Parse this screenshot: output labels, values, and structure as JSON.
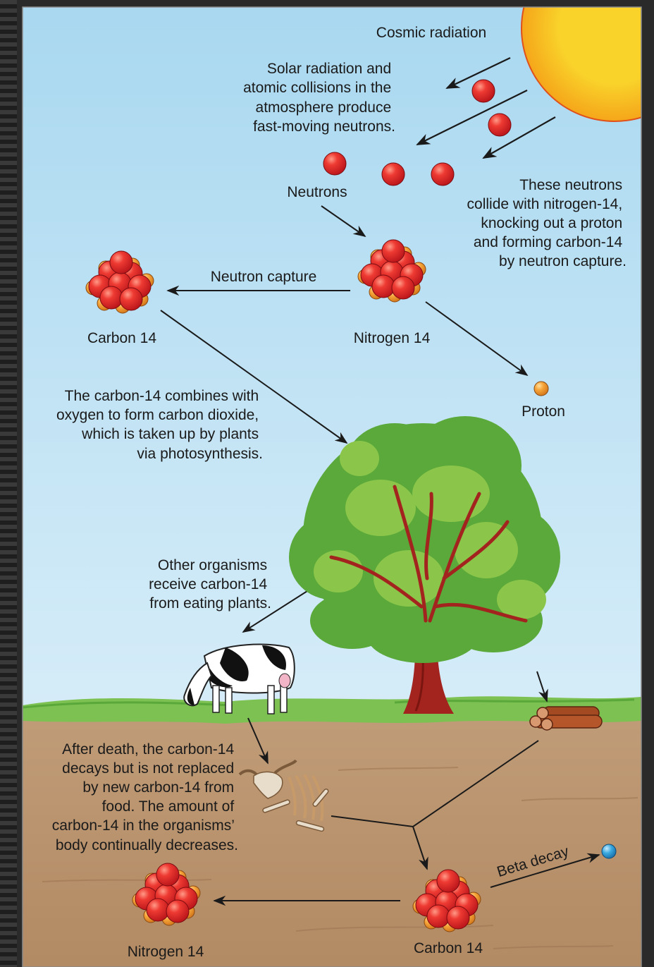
{
  "labels": {
    "cosmic": "Cosmic radiation",
    "solar": [
      "Solar radiation and",
      "atomic collisions in the",
      "atmosphere produce",
      "fast-moving neutrons."
    ],
    "neutrons": "Neutrons",
    "collide": [
      "These neutrons",
      "collide with nitrogen-14,",
      "knocking out a proton",
      "and forming carbon-14",
      "by neutron capture."
    ],
    "neutron_capture": "Neutron capture",
    "carbon14_top": "Carbon 14",
    "nitrogen14_top": "Nitrogen 14",
    "proton": "Proton",
    "combines": [
      "The carbon-14 combines with",
      "oxygen to form carbon dioxide,",
      "which is taken up by plants",
      "via photosynthesis."
    ],
    "other_org": [
      "Other organisms",
      "receive carbon-14",
      "from eating plants."
    ],
    "after_death": [
      "After death, the carbon-14",
      "decays but is not replaced",
      "by new carbon-14 from",
      "food. The amount of",
      "carbon-14 in the organisms’",
      "body continually decreases."
    ],
    "beta_decay": "Beta decay",
    "nitrogen14_bottom": "Nitrogen 14",
    "carbon14_bottom": "Carbon 14"
  },
  "colors": {
    "sky_top": "#a9d8f0",
    "sky_bottom": "#e4f3fb",
    "soil": "#b9946f",
    "grass": "#7cc152",
    "sun": "#f7c21a",
    "neutron": "#e52c2c",
    "proton": "#f6a035",
    "electron": "#3aa9e0"
  }
}
